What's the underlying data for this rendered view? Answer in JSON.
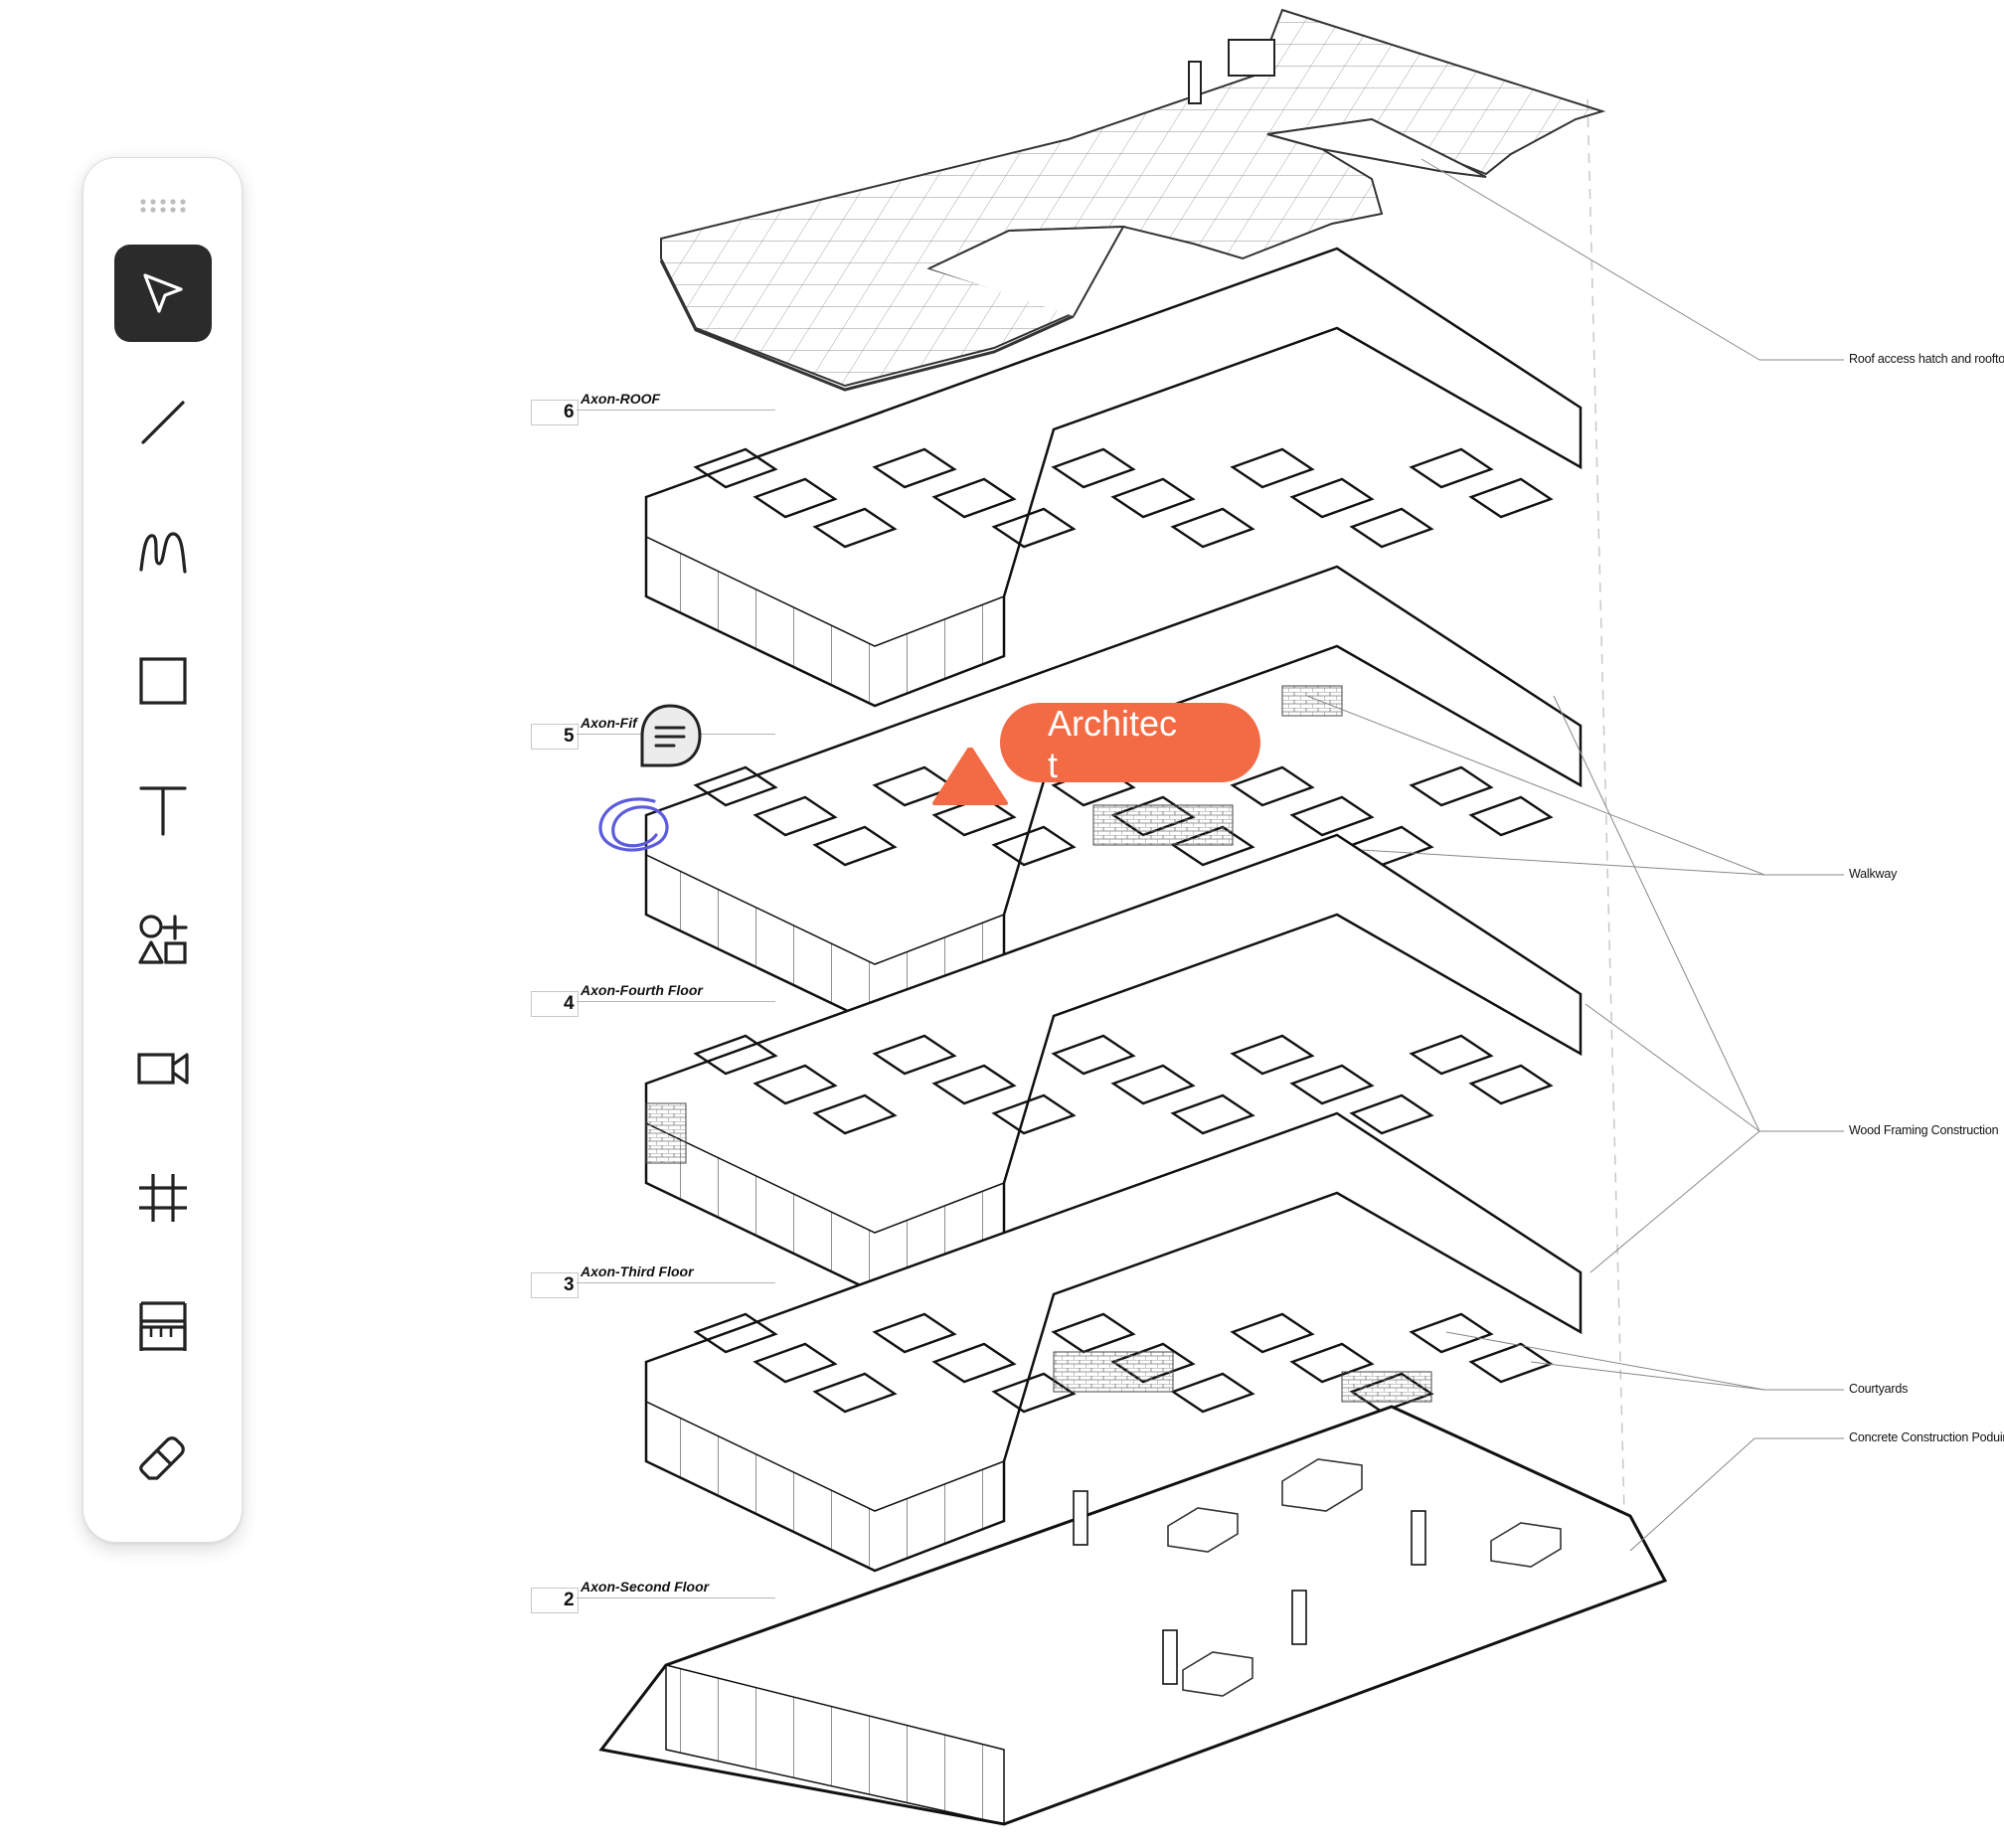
{
  "drawing": {
    "floors": [
      {
        "number": "6",
        "name": "Axon-ROOF"
      },
      {
        "number": "5",
        "name": "Axon-Fif"
      },
      {
        "number": "4",
        "name": "Axon-Fourth Floor"
      },
      {
        "number": "3",
        "name": "Axon-Third Floor"
      },
      {
        "number": "2",
        "name": "Axon-Second Floor"
      }
    ],
    "callouts": [
      "Roof access hatch and rooftop",
      "Walkway",
      "Wood Framing Construction",
      "Courtyards",
      "Concrete Construction Poduim"
    ]
  },
  "annotations": {
    "architect_tag": "Architect",
    "tag_color": "#f26b45",
    "scribble_color": "#5b5bdc"
  },
  "toolbar": {
    "grip_icon": "grip-dots-icon",
    "tools": [
      {
        "name": "select-tool",
        "icon": "pointer-arrow-icon",
        "active": true
      },
      {
        "name": "line-tool",
        "icon": "line-icon"
      },
      {
        "name": "pen-tool",
        "icon": "freehand-icon"
      },
      {
        "name": "rectangle-tool",
        "icon": "square-icon"
      },
      {
        "name": "text-tool",
        "icon": "text-icon"
      },
      {
        "name": "shapes-tool",
        "icon": "shapes-icon"
      },
      {
        "name": "video-tool",
        "icon": "video-camera-icon"
      },
      {
        "name": "grid-tool",
        "icon": "hash-grid-icon"
      },
      {
        "name": "measure-tool",
        "icon": "ruler-icon"
      },
      {
        "name": "eraser-tool",
        "icon": "eraser-icon"
      }
    ],
    "active_color": "#2b2b2b"
  }
}
